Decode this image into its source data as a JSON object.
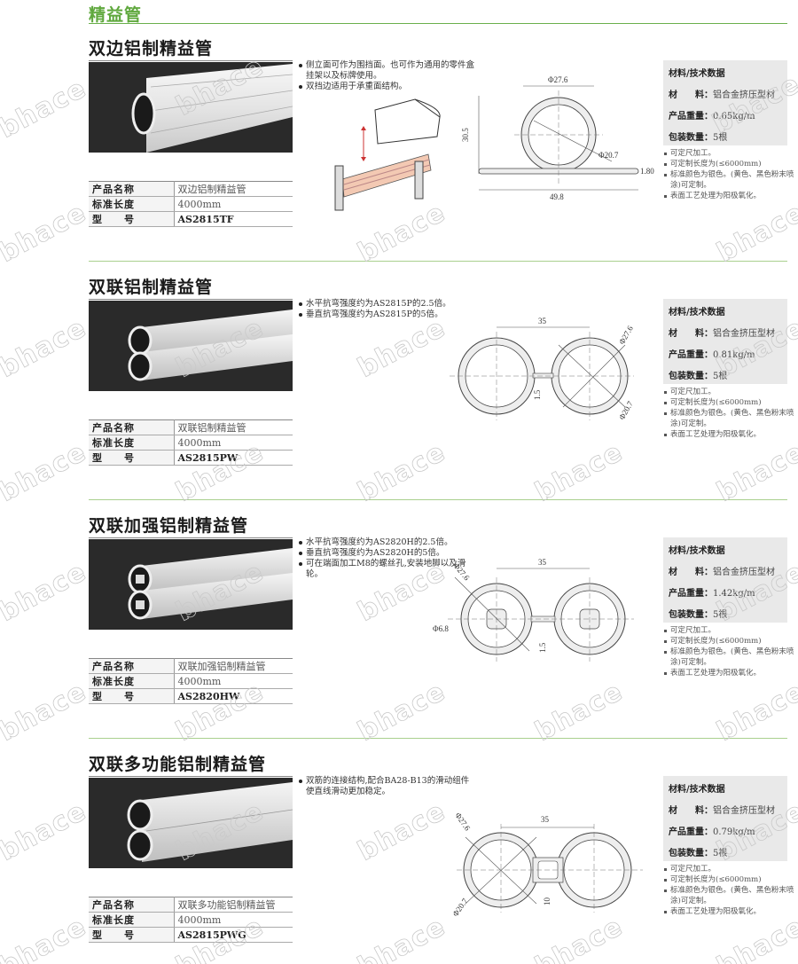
{
  "page": {
    "title": "精益管",
    "accent_color": "#5fa83d",
    "watermark_text": "bhace"
  },
  "labels": {
    "product_name": "产品名称",
    "standard_length": "标准长度",
    "model": "型　　号",
    "tech_title": "材料/技术数据",
    "material": "材　　料：",
    "weight": "产品重量：",
    "package": "包装数量："
  },
  "sections": [
    {
      "title": "双边铝制精益管",
      "features": [
        "侧立面可作为围挡面。也可作为通用的零件盒挂架以及标牌使用。",
        "双挡边适用于承重面结构。"
      ],
      "table": {
        "product_name": "双边铝制精益管",
        "standard_length": "4000mm",
        "model": "AS2815TF"
      },
      "tech": {
        "material": "铝合金挤压型材",
        "weight": "0.65kg/m",
        "package": "5根"
      },
      "notes": [
        "可定尺加工。",
        "可定制长度为(≤6000mm)",
        "标准颜色为银色。(黄色、黑色粉末喷涂)可定制。",
        "表面工艺处理为阳极氧化。"
      ],
      "drawing": {
        "d_outer": "Φ27.6",
        "d_inner": "Φ20.7",
        "height": "30.5",
        "width": "49.8",
        "thickness": "1.80"
      }
    },
    {
      "title": "双联铝制精益管",
      "features": [
        "水平抗弯强度约为AS2815P的2.5倍。",
        "垂直抗弯强度约为AS2815P的5倍。"
      ],
      "table": {
        "product_name": "双联铝制精益管",
        "standard_length": "4000mm",
        "model": "AS2815PW"
      },
      "tech": {
        "material": "铝合金挤压型材",
        "weight": "0.81kg/m",
        "package": "5根"
      },
      "notes": [
        "可定尺加工。",
        "可定制长度为(≤6000mm)",
        "标准颜色为银色。(黄色、黑色粉末喷涂)可定制。",
        "表面工艺处理为阳极氧化。"
      ],
      "drawing": {
        "center_distance": "35",
        "d_outer": "Φ27.6",
        "d_inner": "Φ20.7",
        "web": "1.5"
      }
    },
    {
      "title": "双联加强铝制精益管",
      "features": [
        "水平抗弯强度约为AS2820H的2.5倍。",
        "垂直抗弯强度约为AS2820H的5倍。",
        "可在端面加工M8的螺丝孔,安装地脚以及滑轮。"
      ],
      "table": {
        "product_name": "双联加强铝制精益管",
        "standard_length": "4000mm",
        "model": "AS2820HW"
      },
      "tech": {
        "material": "铝合金挤压型材",
        "weight": "1.42kg/m",
        "package": "5根"
      },
      "notes": [
        "可定尺加工。",
        "可定制长度为(≤6000mm)",
        "标准颜色为银色。(黄色、黑色粉末喷涂)可定制。",
        "表面工艺处理为阳极氧化。"
      ],
      "drawing": {
        "center_distance": "35",
        "d_outer": "Φ27.6",
        "d_hole": "Φ6.8",
        "web": "1.5"
      }
    },
    {
      "title": "双联多功能铝制精益管",
      "features": [
        "双筋的连接结构,配合BA28-B13的滑动组件使直线滑动更加稳定。"
      ],
      "table": {
        "product_name": "双联多功能铝制精益管",
        "standard_length": "4000mm",
        "model": "AS2815PWG"
      },
      "tech": {
        "material": "铝合金挤压型材",
        "weight": "0.79kg/m",
        "package": "5根"
      },
      "notes": [
        "可定尺加工。",
        "可定制长度为(≤6000mm)",
        "标准颜色为银色。(黄色、黑色粉末喷涂)可定制。",
        "表面工艺处理为阳极氧化。"
      ],
      "drawing": {
        "center_distance": "35",
        "d_outer": "Φ27.6",
        "d_inner": "Φ20.7",
        "web": "10"
      }
    }
  ]
}
